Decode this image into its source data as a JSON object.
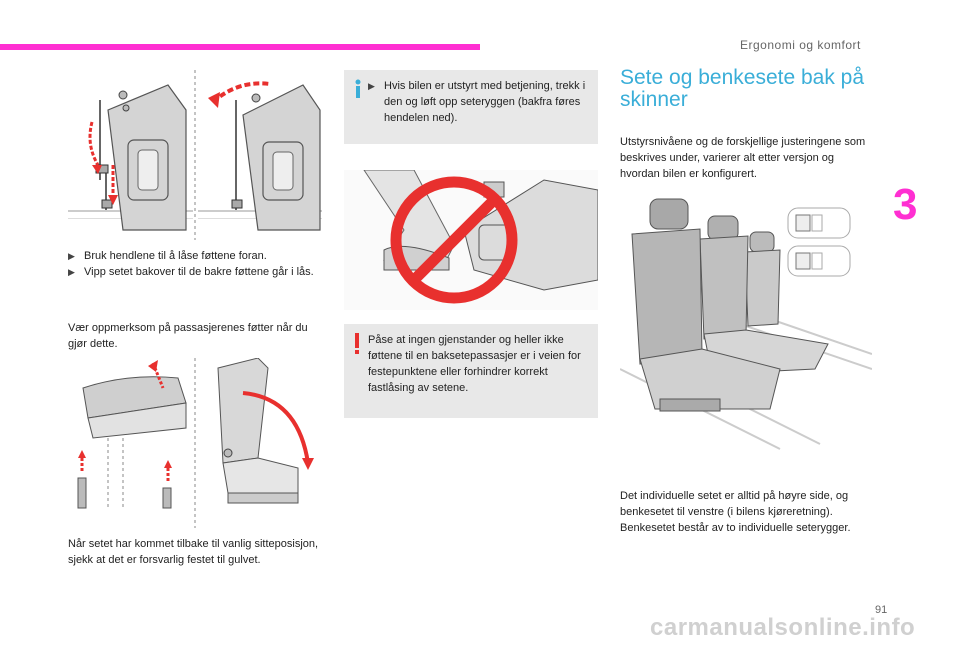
{
  "header": {
    "section_title": "Ergonomi og komfort",
    "chapter_number": "3"
  },
  "left_column": {
    "bullets": [
      "Bruk hendlene til å låse føttene foran.",
      "Vipp setet bakover til de bakre føttene går i lås."
    ],
    "note": "Vær oppmerksom på passasjerenes føtter når du gjør dette.",
    "closing_text": "Når setet har kommet tilbake til vanlig sitteposisjon, sjekk at det er forsvarlig festet til gulvet."
  },
  "middle_column": {
    "info_text": "Hvis bilen er utstyrt med betjening, trekk i den og løft opp seteryggen (bakfra føres hendelen ned).",
    "warning_text": "Påse at ingen gjenstander og heller ikke føttene til en baksetepassasjer er i veien for festepunktene eller forhindrer korrekt fastlåsing av setene."
  },
  "right_column": {
    "heading": "Sete og benkesete bak på skinner",
    "intro": "Utstyrsnivåene og de forskjellige justeringene som beskrives under, varierer alt etter versjon og hvordan bilen er konfigurert.",
    "description": "Det individuelle setet er alltid på høyre side, og benkesetet til venstre (i bilens kjøreretning). Benkesetet består av to individuelle seterygger."
  },
  "footer": {
    "page_number": "91",
    "watermark": "carmanualsonline.info"
  },
  "colors": {
    "accent": "#ff2fd2",
    "heading_blue": "#3aaed8",
    "arrow_red": "#e8302e",
    "box_gray": "#e8e8e8"
  },
  "icons": [
    "bullet-marker-icon",
    "info-icon",
    "warning-icon",
    "prohibited-icon"
  ]
}
